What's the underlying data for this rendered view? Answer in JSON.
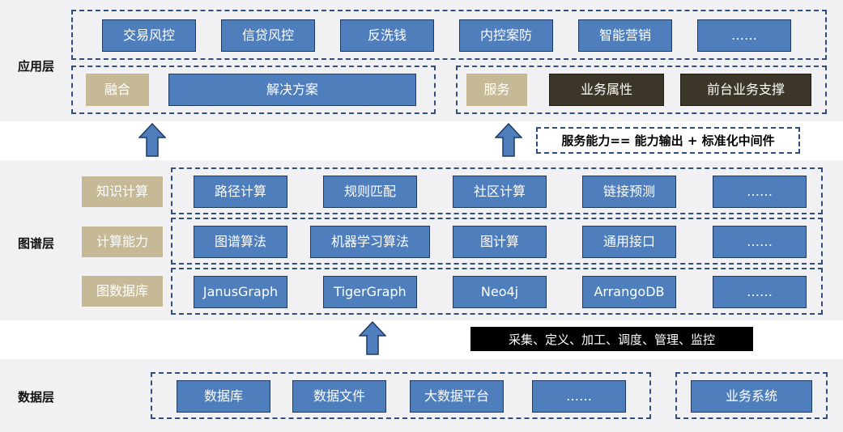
{
  "layers": {
    "application": "应用层",
    "graph": "图谱层",
    "data": "数据层"
  },
  "application": {
    "scenarios": [
      "交易风控",
      "信贷风控",
      "反洗钱",
      "内控案防",
      "智能营销",
      "……"
    ],
    "fusion_label": "融合",
    "fusion_value": "解决方案",
    "service_label": "服务",
    "service_items": [
      "业务属性",
      "前台业务支撑"
    ]
  },
  "capability_text": "服务能力== 能力输出 + 标准化中间件",
  "graph": {
    "knowledge": {
      "label": "知识计算",
      "items": [
        "路径计算",
        "规则匹配",
        "社区计算",
        "链接预测",
        "……"
      ]
    },
    "compute": {
      "label": "计算能力",
      "items": [
        "图谱算法",
        "机器学习算法",
        "图计算",
        "通用接口",
        "……"
      ]
    },
    "database": {
      "label": "图数据库",
      "items": [
        "JanusGraph",
        "TigerGraph",
        "Neo4j",
        "ArrangoDB",
        "……"
      ]
    }
  },
  "pipeline_text": "采集、定义、加工、调度、管理、监控",
  "data": {
    "sources": [
      "数据库",
      "数据文件",
      "大数据平台",
      "……"
    ],
    "business_system": "业务系统"
  },
  "colors": {
    "box_blue": "#4f7ebd",
    "tan": "#c6b995",
    "dark": "#3c3628",
    "dashed_border": "#2f4f7f",
    "band": "#f1f1f3"
  }
}
